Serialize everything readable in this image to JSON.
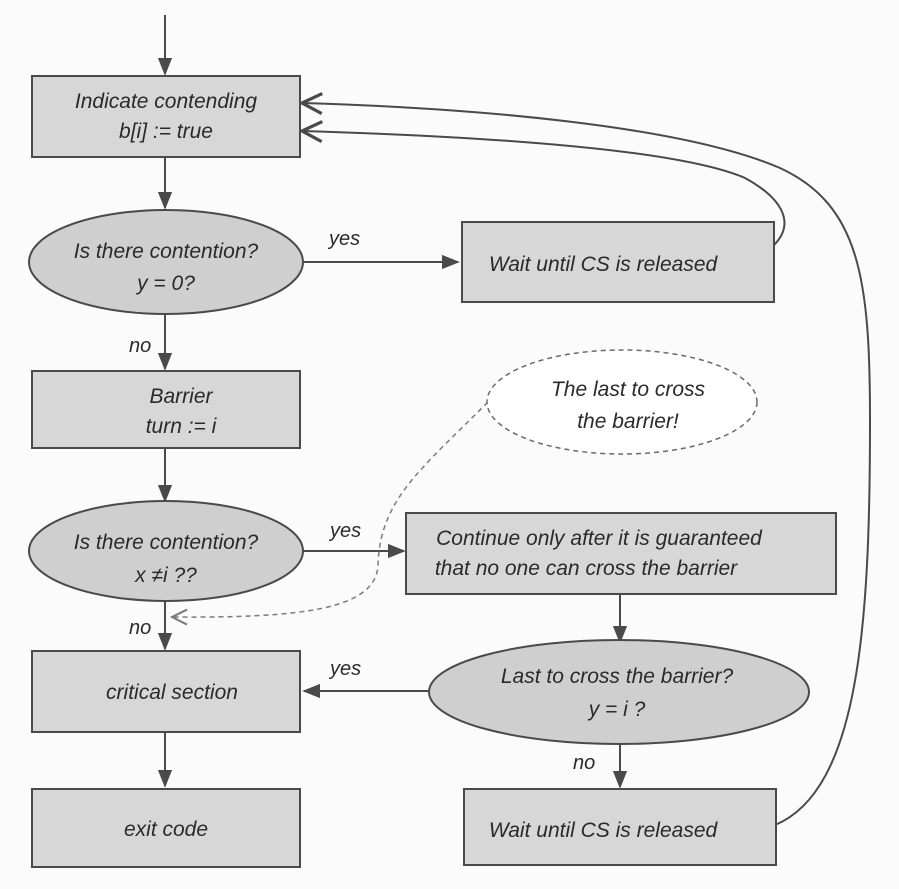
{
  "nodes": {
    "indicate": {
      "lines": [
        "Indicate contending",
        "b[i] := true"
      ]
    },
    "contention1": {
      "lines": [
        "Is there contention?",
        "y = 0?"
      ]
    },
    "wait1": {
      "lines": [
        "Wait until CS is released"
      ]
    },
    "barrier": {
      "lines": [
        "Barrier",
        "turn := i"
      ]
    },
    "note_last": {
      "lines": [
        "The last to cross",
        "the barrier!"
      ]
    },
    "contention2": {
      "lines": [
        "Is there contention?",
        "x ≠i ??"
      ]
    },
    "continue": {
      "lines": [
        "Continue only after it is guaranteed",
        "that no one can cross the barrier"
      ]
    },
    "critical": {
      "lines": [
        "critical section"
      ]
    },
    "last_cross": {
      "lines": [
        "Last to cross the barrier?",
        "y = i ?"
      ]
    },
    "exit": {
      "lines": [
        "exit code"
      ]
    },
    "wait2": {
      "lines": [
        "Wait until CS is released"
      ]
    }
  },
  "edge_labels": {
    "yes1": "yes",
    "no1": "no",
    "yes2": "yes",
    "no2": "no",
    "yes3": "yes",
    "no3": "no"
  }
}
